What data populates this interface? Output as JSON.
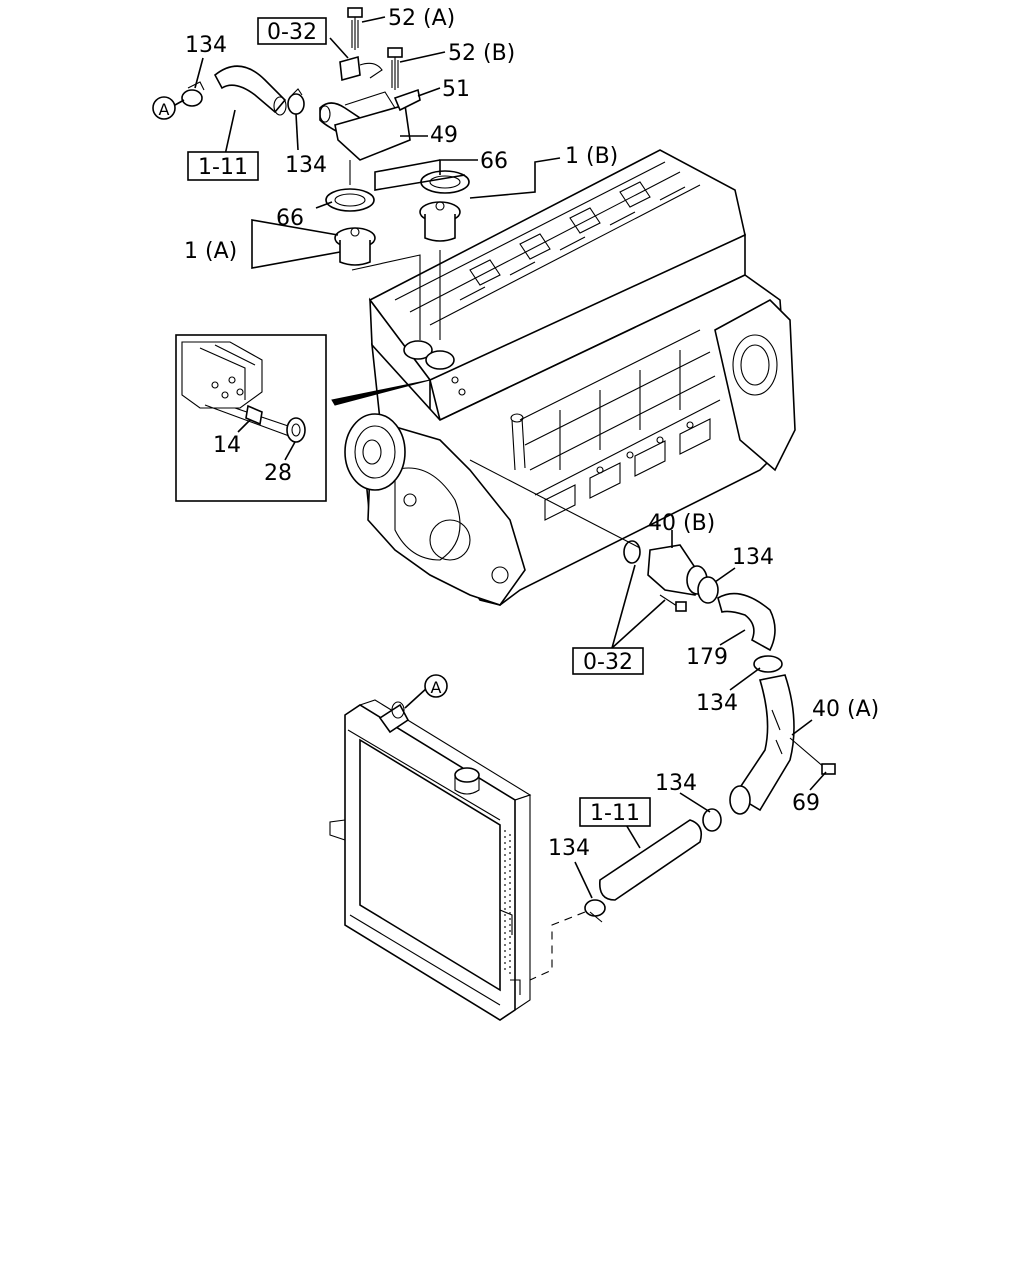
{
  "labels": {
    "l134_top": "134",
    "l0_32_top": "0-32",
    "l52a": "52 (A)",
    "l52b": "52 (B)",
    "l51": "51",
    "l49": "49",
    "l1_11_top": "1-11",
    "l134_mid": "134",
    "l66_right": "66",
    "l1b": "1 (B)",
    "l66_left": "66",
    "l1a": "1 (A)",
    "l14": "14",
    "l28": "28",
    "l40b": "40 (B)",
    "l134_r1": "134",
    "l179": "179",
    "l0_32_bot": "0-32",
    "l134_r2": "134",
    "l40a": "40 (A)",
    "l69": "69",
    "l134_r3": "134",
    "l1_11_bot": "1-11",
    "l134_r4": "134",
    "ref_a_top": "A",
    "ref_a_rad": "A"
  },
  "colors": {
    "line": "#000000",
    "background": "#ffffff"
  }
}
